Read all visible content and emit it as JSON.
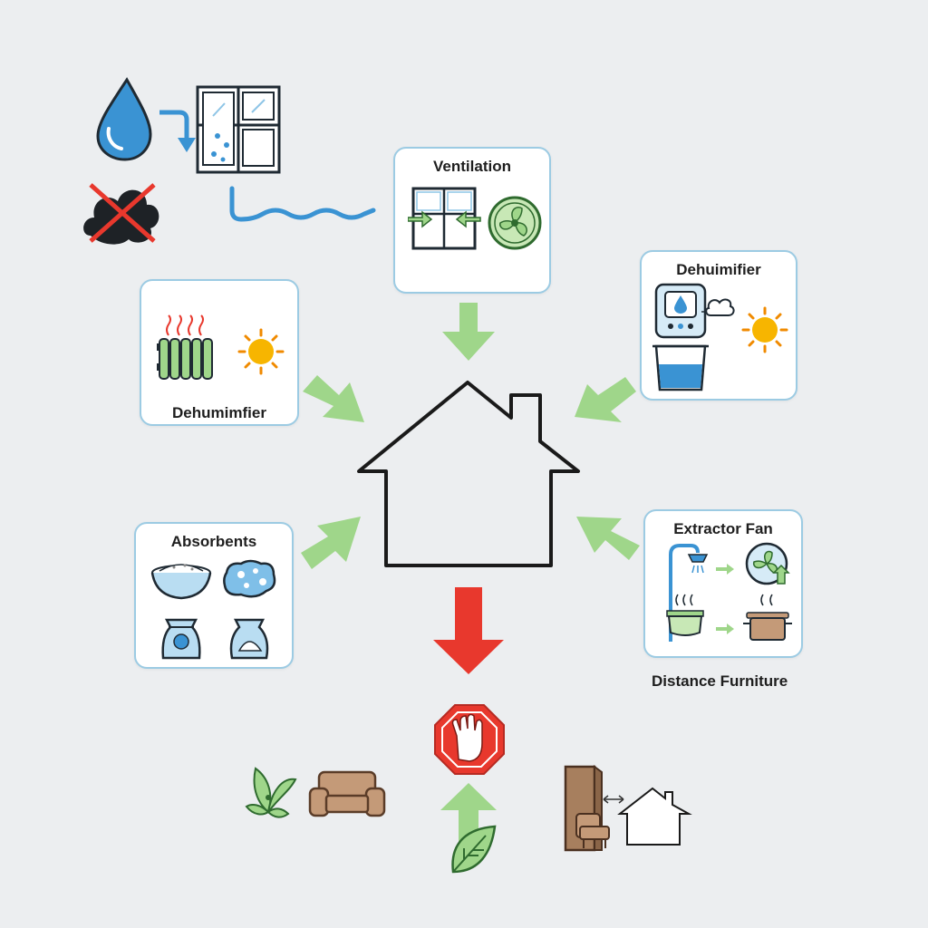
{
  "cards": {
    "ventilation": {
      "title": "Ventilation"
    },
    "dehumidifier_right": {
      "title": "Dehuimifier"
    },
    "heating": {
      "title": "Dehumimfier"
    },
    "absorbents": {
      "title": "Absorbents"
    },
    "extractor_fan": {
      "title": "Extractor Fan"
    }
  },
  "captions": {
    "distance_furniture": "Distance Furniture"
  },
  "colors": {
    "card_border": "#9ccbe3",
    "green_arrow": "#9fd68a",
    "red_arrow": "#e8382d",
    "water_blue": "#3a93d3",
    "background": "#eceef0"
  },
  "icons": [
    "water-drop-icon",
    "window-condensation-icon",
    "mold-cross-icon",
    "water-wave-icon",
    "window-airflow-icon",
    "fan-icon",
    "dehumidifier-icon",
    "sun-icon",
    "water-container-icon",
    "radiator-icon",
    "bowl-icon",
    "sponge-icon",
    "bag-icon",
    "shower-icon",
    "pot-icon",
    "house-icon",
    "stop-hand-icon",
    "leaf-icon",
    "plant-icon",
    "sofa-icon",
    "wardrobe-icon"
  ]
}
